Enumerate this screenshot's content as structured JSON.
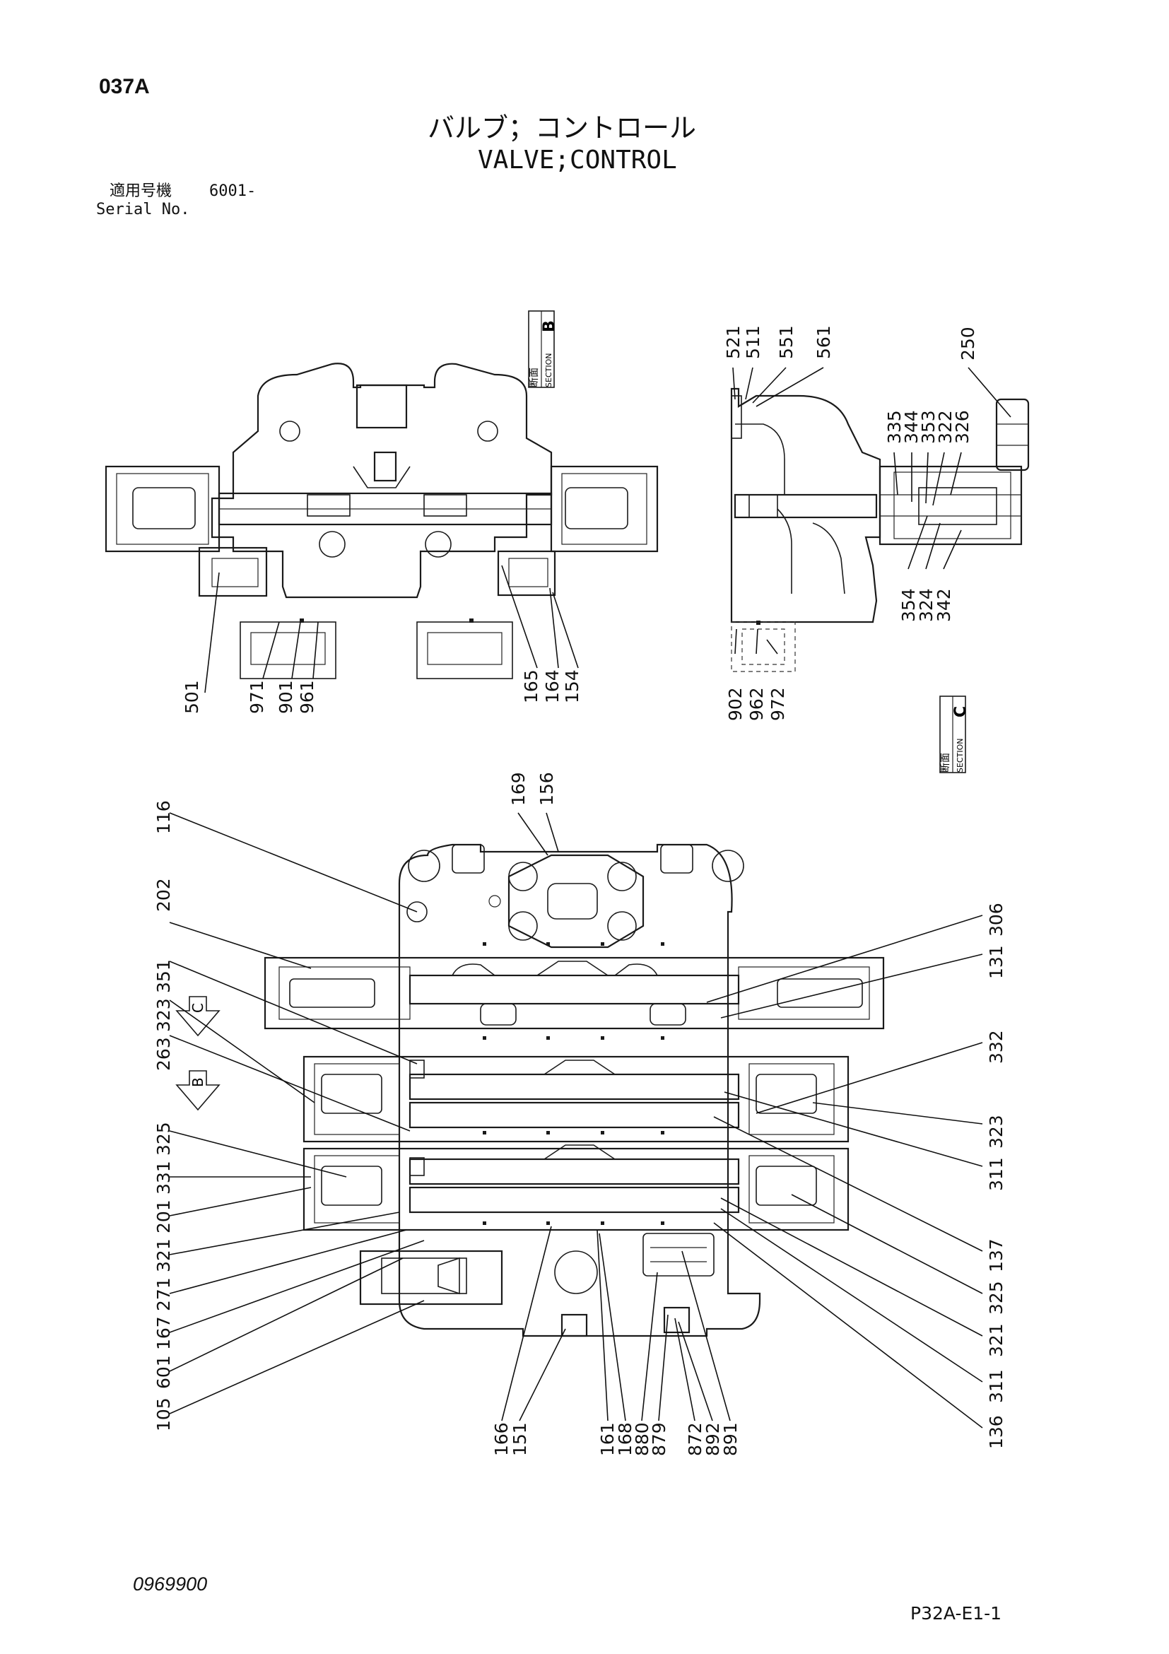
{
  "header": {
    "page_code": "037A",
    "title_jp": "バルブ；コントロール",
    "title_en": "VALVE;CONTROL",
    "serial_label_jp": "適用号機",
    "serial_value": "6001-",
    "serial_label_en": "Serial No."
  },
  "sections": {
    "b": {
      "jp": "断面",
      "en": "SECTION",
      "letter": "B"
    },
    "c": {
      "jp": "断面",
      "en": "SECTION",
      "letter": "C"
    }
  },
  "view_markers": {
    "c": "C",
    "b": "B"
  },
  "section_b_callouts": [
    "501",
    "971",
    "901",
    "961",
    "165",
    "164",
    "154"
  ],
  "section_c_callouts": {
    "top": [
      "521",
      "511",
      "551",
      "561",
      "250"
    ],
    "upper_right": [
      "335",
      "344",
      "353",
      "322",
      "326"
    ],
    "lower_right": [
      "354",
      "324",
      "342"
    ],
    "bottom": [
      "902",
      "962",
      "972"
    ]
  },
  "main_view_callouts": {
    "top": [
      "169",
      "156"
    ],
    "left": [
      "116",
      "202",
      "351",
      "323",
      "263",
      "325",
      "331",
      "201",
      "321",
      "271",
      "167",
      "601",
      "105"
    ],
    "right": [
      "306",
      "131",
      "332",
      "323",
      "311",
      "137",
      "325",
      "321",
      "311",
      "136"
    ],
    "bottom": [
      "166",
      "151",
      "161",
      "168",
      "880",
      "879",
      "872",
      "892",
      "891"
    ]
  },
  "footer": {
    "doc_number": "0969900",
    "page_ref": "P32A-E1-1"
  }
}
